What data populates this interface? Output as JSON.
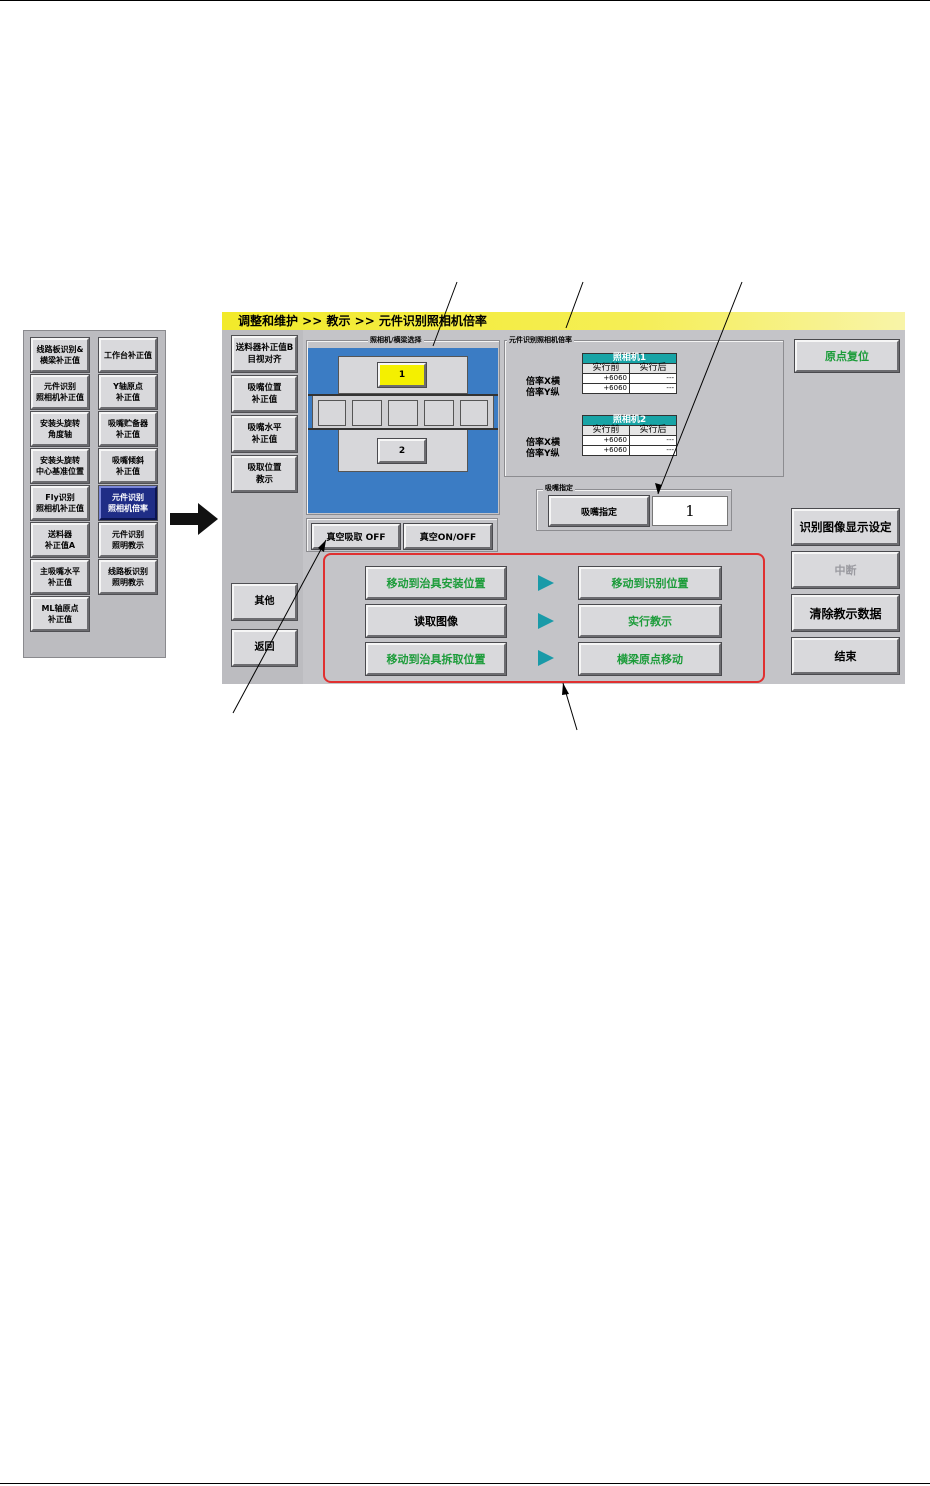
{
  "left_menu": {
    "items": [
      {
        "label": "线路板识别&\n横梁补正值"
      },
      {
        "label": "工作台补正值"
      },
      {
        "label": "元件识别\n照相机补正值"
      },
      {
        "label": "Y轴原点\n补正值"
      },
      {
        "label": "安装头旋转\n角度轴"
      },
      {
        "label": "吸嘴贮备器\n补正值"
      },
      {
        "label": "安装头旋转\n中心基准位置"
      },
      {
        "label": "吸嘴倾斜\n补正值"
      },
      {
        "label": "Fly识别\n照相机补正值"
      },
      {
        "label": "元件识别\n照相机倍率"
      },
      {
        "label": "送料器\n补正值A"
      },
      {
        "label": "元件识别\n照明教示"
      },
      {
        "label": "主吸嘴水平\n补正值"
      },
      {
        "label": "线路板识别\n照明教示"
      },
      {
        "label": "ML轴原点\n补正值"
      }
    ]
  },
  "title_bar": {
    "text": "调整和维护 >> 教示 >> 元件识别照相机倍率"
  },
  "side_menu": {
    "items": [
      {
        "label": "送料器补正值B\n目视对齐"
      },
      {
        "label": "吸嘴位置\n补正值"
      },
      {
        "label": "吸嘴水平\n补正值"
      },
      {
        "label": "吸取位置\n教示"
      }
    ],
    "other_label": "其他",
    "back_label": "返回"
  },
  "camera_select": {
    "title": "照相机/横梁选择",
    "cam1": "1",
    "cam2": "2"
  },
  "magnification": {
    "title": "元件识别照相机倍率",
    "cameras": [
      {
        "name": "照相机1",
        "col_before": "实行前",
        "col_after": "实行后",
        "row_label": "倍率X横\n倍率Y纵",
        "x_before": "+6060",
        "x_after": "---",
        "y_before": "+6060",
        "y_after": "---"
      },
      {
        "name": "照相机2",
        "col_before": "实行前",
        "col_after": "实行后",
        "row_label": "倍率X横\n倍率Y纵",
        "x_before": "+6060",
        "x_after": "---",
        "y_before": "+6060",
        "y_after": "---"
      }
    ]
  },
  "nozzle": {
    "title": "吸嘴指定",
    "button": "吸嘴指定",
    "value": "1"
  },
  "vacuum": {
    "status_button": "真空吸取 OFF",
    "toggle_button": "真空ON/OFF"
  },
  "steps": {
    "move_fixture_install": "移动到治具安装位置",
    "move_recognition": "移动到识别位置",
    "read_image": "读取图像",
    "execute_teach": "实行教示",
    "move_fixture_remove": "移动到治具拆取位置",
    "beam_origin_move": "横梁原点移动"
  },
  "right_buttons": {
    "origin_reset": "原点复位",
    "image_display_setting": "识别图像显示设定",
    "interrupt": "中断",
    "clear_teach_data": "清除教示数据",
    "finish": "结束"
  }
}
